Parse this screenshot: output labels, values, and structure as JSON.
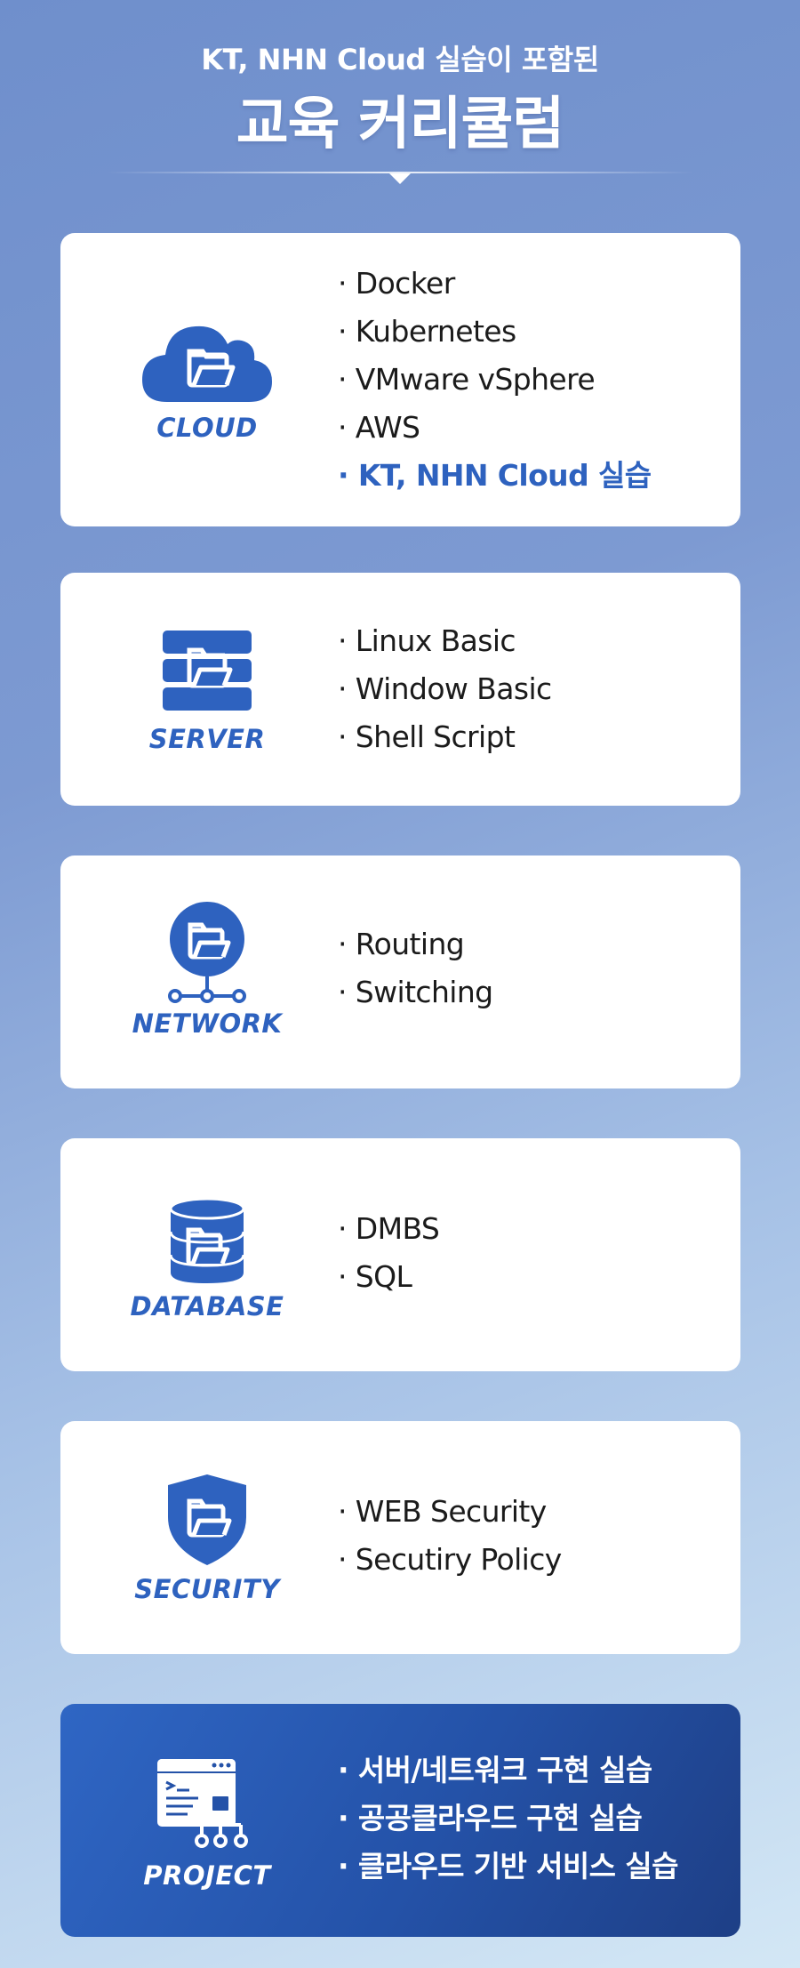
{
  "header": {
    "subtitle": "KT, NHN Cloud 실습이 포함된",
    "title": "교육 커리큘럼"
  },
  "colors": {
    "accent": "#2e62bf",
    "project_bg": "#2452a8"
  },
  "sections": [
    {
      "label": "CLOUD",
      "icon": "cloud-folder-icon",
      "items": [
        {
          "text": "· Docker"
        },
        {
          "text": "· Kubernetes"
        },
        {
          "text": "· VMware vSphere"
        },
        {
          "text": "· AWS"
        },
        {
          "text": "· KT, NHN Cloud 실습",
          "highlight": true
        }
      ]
    },
    {
      "label": "SERVER",
      "icon": "server-folder-icon",
      "items": [
        {
          "text": "· Linux Basic"
        },
        {
          "text": "· Window Basic"
        },
        {
          "text": "· Shell Script"
        }
      ]
    },
    {
      "label": "NETWORK",
      "icon": "network-folder-icon",
      "items": [
        {
          "text": "· Routing"
        },
        {
          "text": "· Switching"
        }
      ]
    },
    {
      "label": "DATABASE",
      "icon": "database-folder-icon",
      "items": [
        {
          "text": "· DMBS"
        },
        {
          "text": "· SQL"
        }
      ]
    },
    {
      "label": "SECURITY",
      "icon": "shield-folder-icon",
      "items": [
        {
          "text": "· WEB Security"
        },
        {
          "text": "· Secutiry Policy"
        }
      ]
    },
    {
      "label": "PROJECT",
      "icon": "project-window-icon",
      "items": [
        {
          "text": "· 서버/네트워크 구현 실습"
        },
        {
          "text": "· 공공클라우드 구현 실습"
        },
        {
          "text": "· 클라우드 기반 서비스 실습"
        }
      ]
    }
  ]
}
